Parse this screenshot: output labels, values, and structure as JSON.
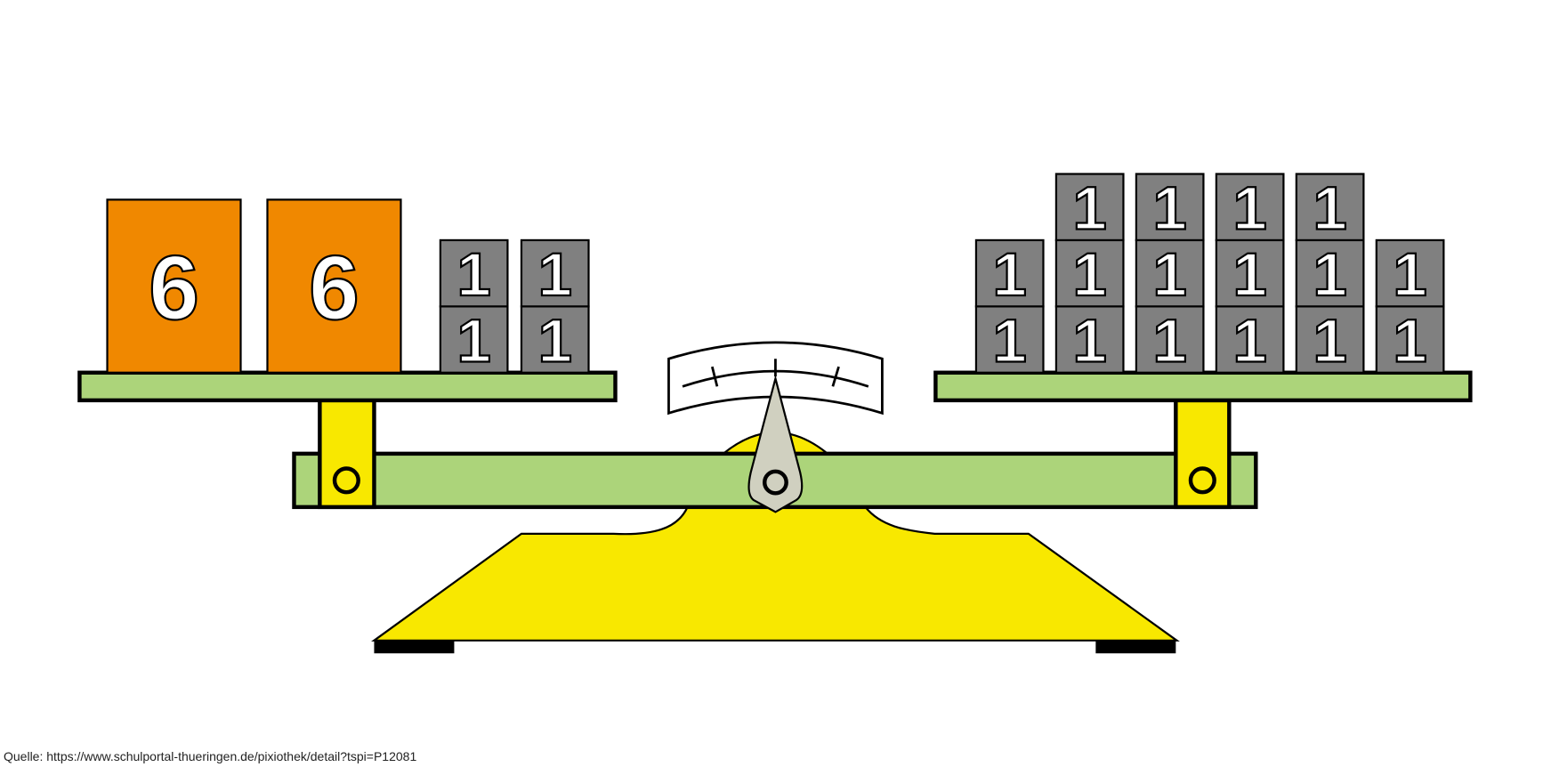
{
  "colors": {
    "pan": "#acd47a",
    "frame": "#f8e800",
    "weight_big": "#f08800",
    "weight_small": "#808080",
    "pointer": "#d0d0c0"
  },
  "left_pan": {
    "big_weights": [
      "6",
      "6"
    ],
    "small_stacks": [
      [
        "1",
        "1"
      ],
      [
        "1",
        "1"
      ]
    ]
  },
  "right_pan": {
    "small_stacks": [
      [
        "1",
        "1"
      ],
      [
        "1",
        "1",
        "1"
      ],
      [
        "1",
        "1",
        "1"
      ],
      [
        "1",
        "1",
        "1"
      ],
      [
        "1",
        "1",
        "1"
      ],
      [
        "1",
        "1"
      ]
    ]
  },
  "source": "Quelle: https://www.schulportal-thueringen.de/pixiothek/detail?tspi=P12081"
}
